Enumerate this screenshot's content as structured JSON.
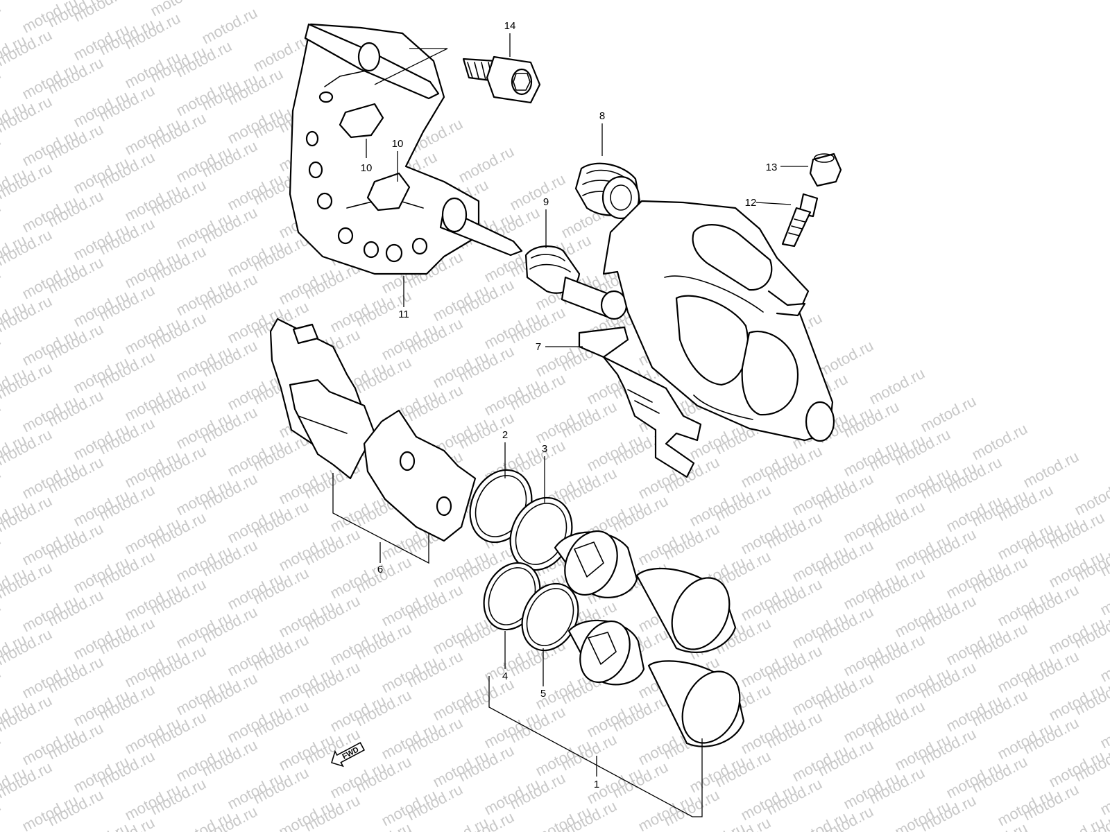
{
  "watermark": {
    "text": "motod.ru"
  },
  "direction_badge": {
    "label": "FWD"
  },
  "callouts": [
    {
      "id": "14",
      "label": "14"
    },
    {
      "id": "8",
      "label": "8"
    },
    {
      "id": "13",
      "label": "13"
    },
    {
      "id": "12",
      "label": "12"
    },
    {
      "id": "10a",
      "label": "10"
    },
    {
      "id": "10b",
      "label": "10"
    },
    {
      "id": "9",
      "label": "9"
    },
    {
      "id": "11",
      "label": "11"
    },
    {
      "id": "7",
      "label": "7"
    },
    {
      "id": "2",
      "label": "2"
    },
    {
      "id": "3",
      "label": "3"
    },
    {
      "id": "6",
      "label": "6"
    },
    {
      "id": "4",
      "label": "4"
    },
    {
      "id": "5",
      "label": "5"
    },
    {
      "id": "1",
      "label": "1"
    }
  ]
}
